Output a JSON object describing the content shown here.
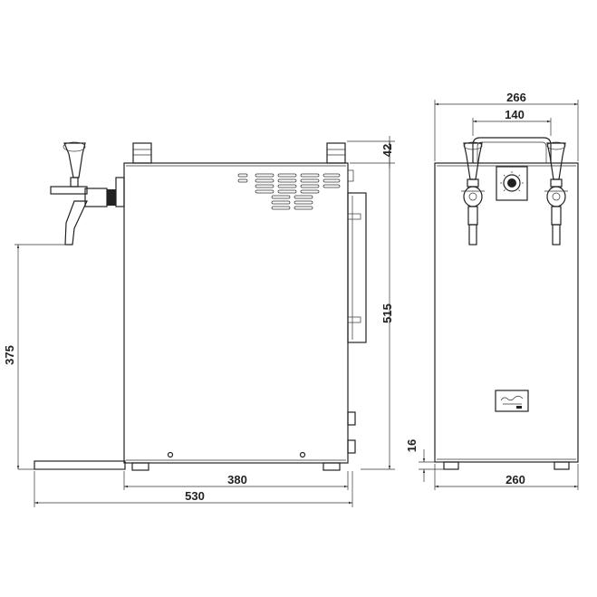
{
  "dimensions": {
    "side_top_protrusion": "42",
    "side_height": "515",
    "side_tap_height": "375",
    "side_body_depth": "380",
    "side_total_depth": "530",
    "front_total_width": "266",
    "front_handle_width": "140",
    "front_body_width": "260",
    "front_feet_height": "16"
  },
  "colors": {
    "line": "#222222",
    "background": "#ffffff"
  },
  "icons": {
    "logo": "lindr-logo",
    "thermostat": "thermostat-knob-icon"
  }
}
